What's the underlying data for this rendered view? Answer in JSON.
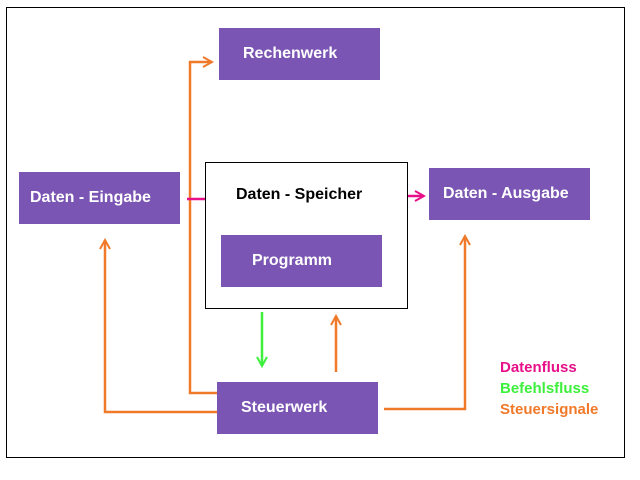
{
  "boxes": {
    "rechenwerk": "Rechenwerk",
    "eingabe": "Daten - Eingabe",
    "speicher": "Daten - Speicher",
    "programm": "Programm",
    "ausgabe": "Daten - Ausgabe",
    "steuerwerk": "Steuerwerk"
  },
  "legend": [
    {
      "label": "Datenfluss",
      "color": "#e8108a"
    },
    {
      "label": "Befehlsfluss",
      "color": "#3cf03c"
    },
    {
      "label": "Steuersignale",
      "color": "#f07a2a"
    }
  ],
  "colors": {
    "box_fill": "#7b55b3",
    "datenfluss": "#e8108a",
    "befehlsfluss": "#3cf03c",
    "steuersignale": "#f07a2a"
  }
}
